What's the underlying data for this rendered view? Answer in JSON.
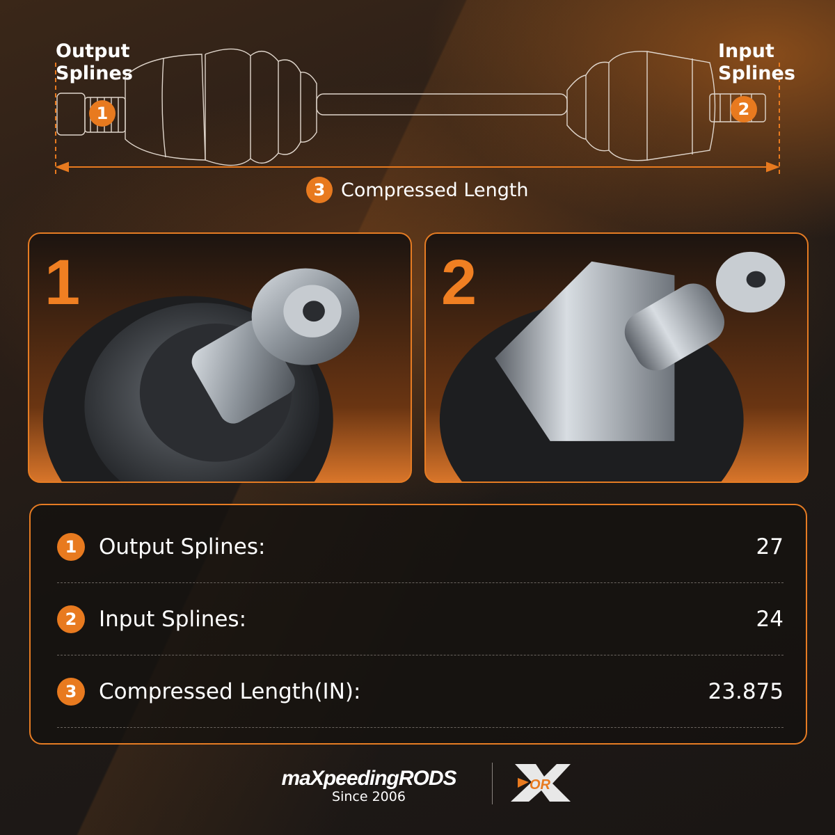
{
  "diagram": {
    "callout_1": {
      "badge": "1",
      "lines": [
        "Output",
        "Splines"
      ]
    },
    "callout_2": {
      "badge": "2",
      "lines": [
        "Input",
        "Splines"
      ]
    },
    "dimension": {
      "badge": "3",
      "label": "Compressed Length"
    }
  },
  "panels": [
    {
      "number": "1"
    },
    {
      "number": "2"
    }
  ],
  "specs": [
    {
      "badge": "1",
      "label": "Output Splines:",
      "value": "27"
    },
    {
      "badge": "2",
      "label": "Input Splines:",
      "value": "24"
    },
    {
      "badge": "3",
      "label": "Compressed Length(IN):",
      "value": "23.875"
    }
  ],
  "footer": {
    "brand": "maXpeedingRODS",
    "since": "Since 2006",
    "logo2_text": "OR"
  },
  "colors": {
    "accent": "#e87a1f",
    "border": "#e67c23"
  }
}
